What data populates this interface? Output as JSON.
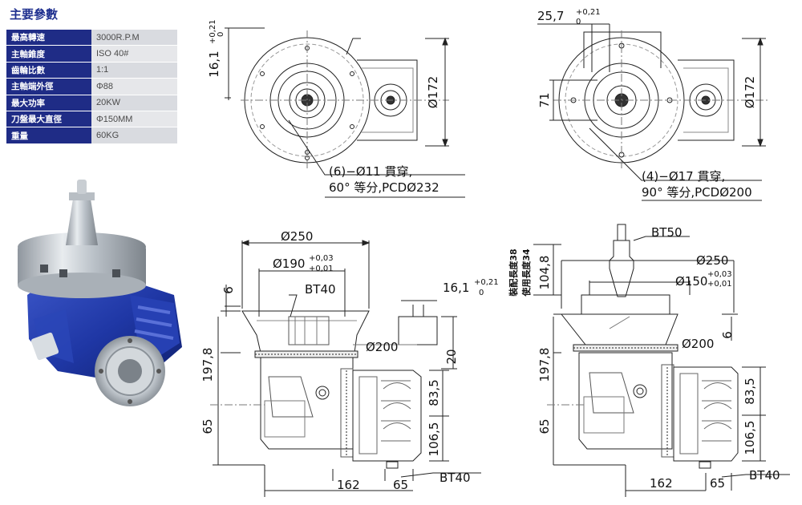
{
  "section_title": "主要參數",
  "specs": [
    {
      "label": "最高轉速",
      "value": "3000R.P.M"
    },
    {
      "label": "主軸錐度",
      "value": "ISO 40#"
    },
    {
      "label": "齒輪比數",
      "value": "1:1"
    },
    {
      "label": "主軸端外徑",
      "value": "Φ88"
    },
    {
      "label": "最大功率",
      "value": "20KW"
    },
    {
      "label": "刀盤最大直徑",
      "value": "Φ150MM"
    },
    {
      "label": "重量",
      "value": "60KG"
    }
  ],
  "top_left_view": {
    "dim_161": "16,1",
    "tol_up": "+0,21",
    "tol_low": "0",
    "dia_172": "Ø172",
    "note_line1": "(6)−Ø11 貫穿,",
    "note_line2_a": "60° 等分",
    "note_line2_b": ",PCDØ232"
  },
  "top_right_view": {
    "dim_257": "25,7",
    "tol_up": "+0,21",
    "tol_low": "0",
    "dim_71": "71",
    "dia_172": "Ø172",
    "note_line1": "(4)−Ø17 貫穿,",
    "note_line2_a": "90° 等分",
    "note_line2_b": ",PCDØ200"
  },
  "bottom_left_view": {
    "dia_250": "Ø250",
    "dia_190": "Ø190",
    "tol_up": "+0,03",
    "tol_low": "+0,01",
    "bt40_top": "BT40",
    "dim_6": "6",
    "dim_161": "16,1",
    "tol161_up": "+0,21",
    "tol161_low": "0",
    "dim_20": "20",
    "dia_200": "Ø200",
    "dim_1978": "197,8",
    "dim_65_left": "65",
    "dim_835": "83,5",
    "dim_1065": "106,5",
    "dim_162": "162",
    "dim_65_bottom": "65",
    "bt40_bottom": "BT40"
  },
  "bottom_right_view": {
    "label_assembly": "裝配長度38",
    "label_use": "使用長度34",
    "bt50": "BT50",
    "dim_1048": "104,8",
    "dia_250": "Ø250",
    "dia_150": "Ø150",
    "tol_up": "+0,03",
    "tol_low": "+0,01",
    "dia_200": "Ø200",
    "dim_6": "6",
    "dim_1978": "197,8",
    "dim_65_left": "65",
    "dim_835": "83,5",
    "dim_1065": "106,5",
    "dim_162": "162",
    "dim_65_bottom": "65",
    "bt40_bottom": "BT40"
  }
}
